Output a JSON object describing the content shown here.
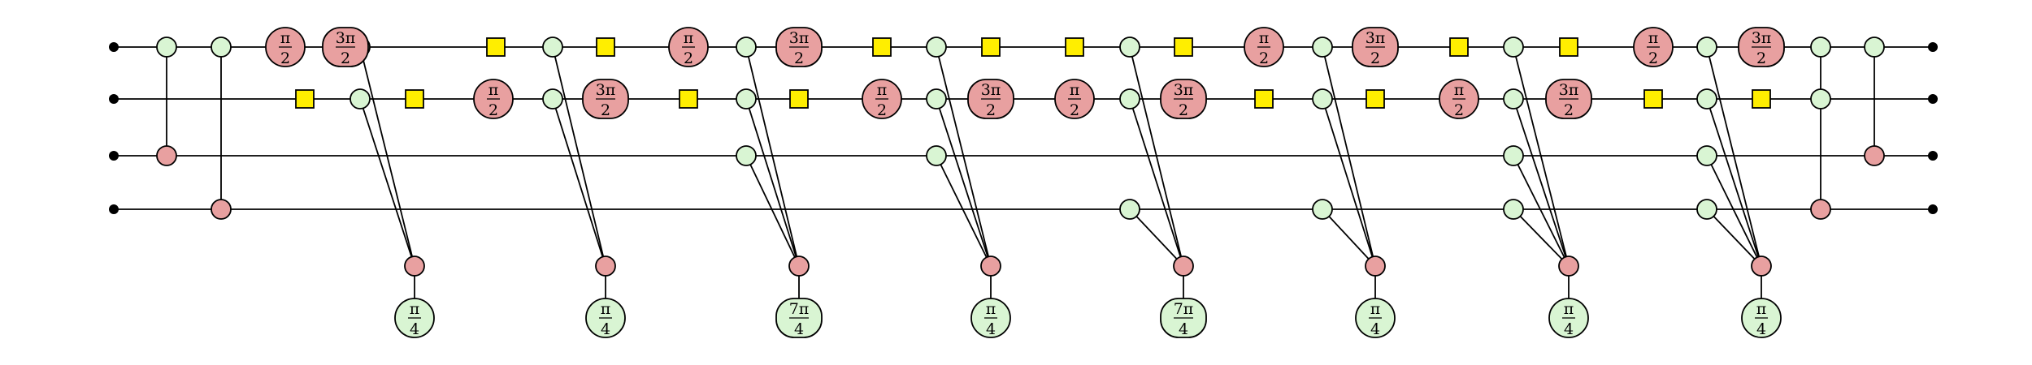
{
  "diagram": {
    "type": "zx-calculus-circuit",
    "colors": {
      "z_spider": "#d9f5d3",
      "x_spider": "#e8a0a0",
      "hadamard": "#ffee00",
      "wire": "#000000"
    },
    "qubit_count": 4,
    "phase_labels": [
      "π/2",
      "3π/2",
      "π/4",
      "7π/4"
    ],
    "output_phases": [
      "π/4",
      "π/4",
      "7π/4",
      "π/4",
      "7π/4",
      "π/4",
      "π/4",
      "π/4"
    ]
  }
}
